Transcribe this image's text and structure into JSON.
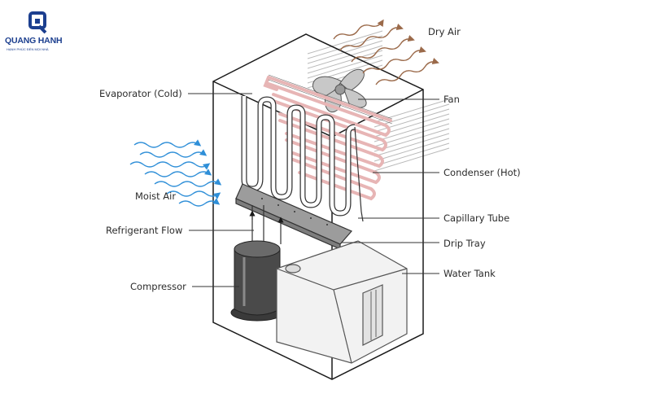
{
  "brand": {
    "name": "QUANG HANH",
    "tagline": "HẠNH PHÚC ĐẾN MỌI NHÀ",
    "color": "#1c3f8f"
  },
  "labels": {
    "dry_air": "Dry Air",
    "evaporator": "Evaporator (Cold)",
    "fan": "Fan",
    "condenser": "Condenser (Hot)",
    "moist_air": "Moist Air",
    "capillary_tube": "Capillary Tube",
    "refrigerant_flow": "Refrigerant Flow",
    "drip_tray": "Drip Tray",
    "water_tank": "Water Tank",
    "compressor": "Compressor"
  },
  "colors": {
    "moist_air": "#2f8fd8",
    "dry_air": "#9b6a4a",
    "condenser_coil": "#e7b5b5",
    "outline": "#1a1a1a"
  }
}
